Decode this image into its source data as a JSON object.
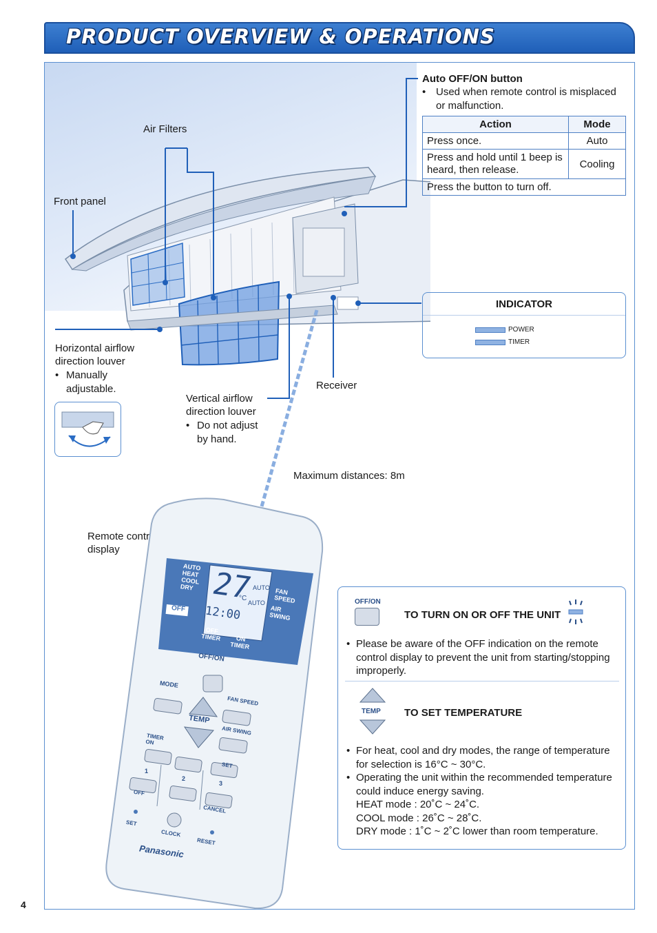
{
  "header": {
    "title": "PRODUCT OVERVIEW & OPERATIONS"
  },
  "labels": {
    "air_filters": "Air Filters",
    "front_panel": "Front panel",
    "horizontal_louver_title": "Horizontal airflow direction louver",
    "horizontal_louver_note": "Manually adjustable.",
    "vertical_louver_title": "Vertical airflow direction louver",
    "vertical_louver_note": "Do not adjust by hand.",
    "receiver": "Receiver",
    "max_distance": "Maximum distances:  8m",
    "remote_display": "Remote control display"
  },
  "auto_button": {
    "title": "Auto OFF/ON button",
    "note": "Used when remote control is misplaced or malfunction.",
    "table": {
      "headers": [
        "Action",
        "Mode"
      ],
      "rows": [
        {
          "action": "Press once.",
          "mode": "Auto"
        },
        {
          "action": "Press and hold until 1 beep is heard, then release.",
          "mode": "Cooling"
        },
        {
          "action": "Press the button to turn off.",
          "mode": ""
        }
      ]
    }
  },
  "indicator": {
    "title": "INDICATOR",
    "items": [
      "POWER",
      "TIMER"
    ]
  },
  "remote": {
    "modes": [
      "AUTO",
      "HEAT",
      "COOL",
      "DRY"
    ],
    "off_label": "OFF",
    "temp_display": "27",
    "temp_unit": "°C",
    "clock_display": "12:00",
    "fan_auto": "AUTO",
    "fan_speed": "FAN SPEED",
    "swing_auto": "AUTO",
    "air_swing": "AIR SWING",
    "off_timer": "OFF TIMER",
    "on_timer": "ON TIMER",
    "offon": "OFF/ON",
    "mode": "MODE",
    "temp": "TEMP",
    "fan_speed_btn": "FAN SPEED",
    "air_swing_btn": "AIR SWING",
    "timer_on": "TIMER ON",
    "timer_off": "OFF",
    "set": "SET",
    "cancel": "CANCEL",
    "n1": "1",
    "n2": "2",
    "n3": "3",
    "set_bottom": "SET",
    "clock": "CLOCK",
    "reset": "RESET",
    "brand": "Panasonic"
  },
  "operations": {
    "offon_icon_label": "OFF/ON",
    "turn_title": "TO TURN ON OR OFF THE UNIT",
    "turn_note": "Please be aware of the OFF indication on the remote control display to prevent the unit from starting/stopping improperly.",
    "temp_icon_label": "TEMP",
    "temp_title": "TO SET TEMPERATURE",
    "temp_note1": "For heat, cool and dry modes, the range of temperature for selection is 16°C ~ 30°C.",
    "temp_note2": "Operating the unit within the recommended temperature could induce energy saving.",
    "heat": "HEAT mode : 20˚C ~ 24˚C.",
    "cool": "COOL mode : 26˚C ~ 28˚C.",
    "dry": "DRY mode : 1˚C ~ 2˚C lower than room temperature."
  },
  "page_number": "4",
  "colors": {
    "accent": "#2a6cc4",
    "panel": "#4a78b8",
    "remote_body": "#eef3f8"
  }
}
